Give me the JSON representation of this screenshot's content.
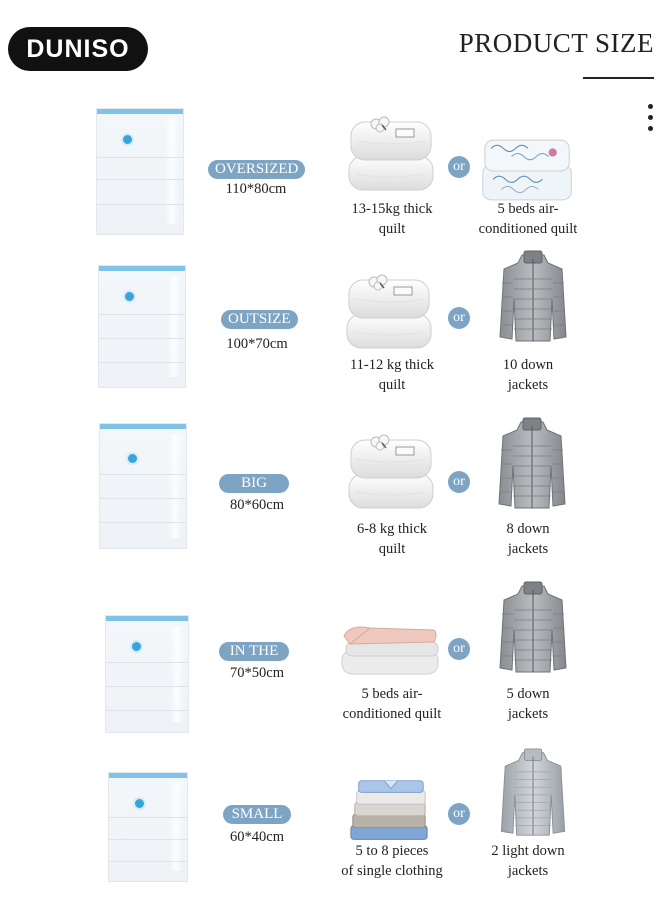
{
  "brand": {
    "logo_text": "DUNISO"
  },
  "header": {
    "title": "PRODUCT SIZE"
  },
  "or_label": "or",
  "colors": {
    "pill": "#7ea4c4",
    "zip": "#7fc3e6",
    "valve": "#3aa3dc",
    "logo_bg": "#111111"
  },
  "rows": [
    {
      "size_label": "OVERSIZED",
      "dimensions": "110*80cm",
      "item1": {
        "icon": "folded-quilt-icon",
        "caption_line1": "13-15kg thick",
        "caption_line2": "quilt"
      },
      "item2": {
        "icon": "printed-quilt-icon",
        "caption_line1": "5 beds air-",
        "caption_line2": "conditioned quilt"
      }
    },
    {
      "size_label": "OUTSIZE",
      "dimensions": "100*70cm",
      "item1": {
        "icon": "folded-quilt-icon",
        "caption_line1": "11-12 kg thick",
        "caption_line2": "quilt"
      },
      "item2": {
        "icon": "down-jacket-icon",
        "caption_line1": "10 down",
        "caption_line2": "jackets"
      }
    },
    {
      "size_label": "BIG",
      "dimensions": "80*60cm",
      "item1": {
        "icon": "folded-quilt-icon",
        "caption_line1": "6-8 kg thick",
        "caption_line2": "quilt"
      },
      "item2": {
        "icon": "down-jacket-icon",
        "caption_line1": "8 down",
        "caption_line2": "jackets"
      }
    },
    {
      "size_label": "IN THE",
      "dimensions": "70*50cm",
      "item1": {
        "icon": "thin-quilt-icon",
        "caption_line1": "5 beds air-",
        "caption_line2": "conditioned quilt"
      },
      "item2": {
        "icon": "down-jacket-icon",
        "caption_line1": "5 down",
        "caption_line2": "jackets"
      }
    },
    {
      "size_label": "SMALL",
      "dimensions": "60*40cm",
      "item1": {
        "icon": "clothing-stack-icon",
        "caption_line1": "5 to 8 pieces",
        "caption_line2": "of single clothing"
      },
      "item2": {
        "icon": "light-jacket-icon",
        "caption_line1": "2 light down",
        "caption_line2": "jackets"
      }
    }
  ]
}
